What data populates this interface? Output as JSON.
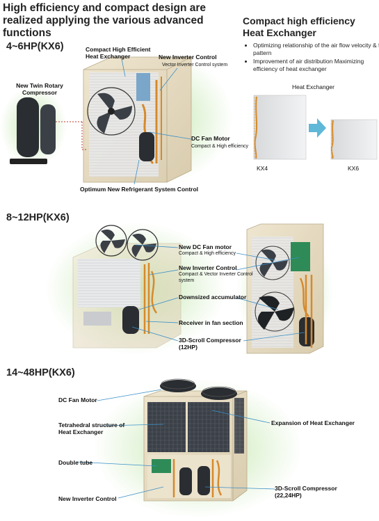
{
  "page": {
    "title": "High efficiency and compact design are realized applying the various advanced functions"
  },
  "heat_exchanger": {
    "title": "Compact high efficiency Heat Exchanger",
    "bullets": [
      "Optimizing relationship of the air flow velocity & fin pattern",
      "Improvement of air distribution Maximizing efficiency of heat exchanger"
    ],
    "diagram_label": "Heat Exchanger",
    "left_label": "KX4",
    "right_label": "KX6"
  },
  "section_small": {
    "title": "4~6HP(KX6)",
    "labels": {
      "compressor": "New Twin Rotary Compressor",
      "heat_exchanger": "Compact High Efficient Heat Exchanger",
      "inverter": "New Inverter Control",
      "inverter_sub": "Vector Inverter Control system",
      "fan_motor": "DC Fan Motor",
      "fan_motor_sub": "Compact & High efficiency",
      "refrigerant": "Optimum New Refrigerant System Control"
    }
  },
  "section_mid": {
    "title": "8~12HP(KX6)",
    "labels": {
      "fan_motor": "New DC Fan motor",
      "fan_motor_sub": "Compact & High efficiency",
      "inverter": "New Inverter Control",
      "inverter_sub": "Compact & Vector Inverter Control system",
      "accumulator": "Downsized accumulator",
      "receiver": "Receiver in fan section",
      "compressor": "3D-Scroll Compressor (12HP)"
    }
  },
  "section_large": {
    "title": "14~48HP(KX6)",
    "labels": {
      "fan_motor": "DC Fan Motor",
      "tetrahedral": "Tetrahedral structure of Heat Exchanger",
      "double_tube": "Double tube",
      "inverter": "New Inverter Control",
      "expansion": "Expansion of Heat Exchanger",
      "compressor": "3D-Scroll Compressor (22,24HP)"
    }
  },
  "colors": {
    "label_line": "#3a8fc8",
    "accent_arrow": "#5fb8d8",
    "compressor_link": "#c0392b",
    "glow": "#b9e3a0",
    "unit_casing": "#e6dcc4",
    "copper": "#d58a2b"
  }
}
